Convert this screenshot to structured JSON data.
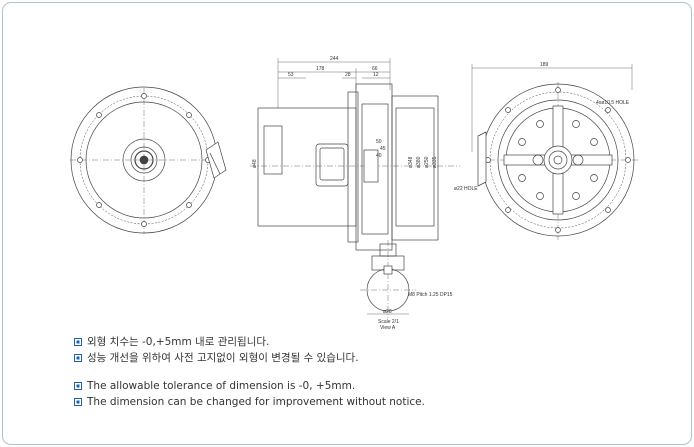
{
  "drawing": {
    "dims": {
      "d244": "244",
      "d178": "178",
      "d66": "66",
      "d53": "53",
      "d28": "28",
      "d12": "12",
      "d189": "189",
      "d40": "40",
      "d45": "45",
      "d50": "50",
      "phi_a": "ø48",
      "phi_b": "ø348",
      "phi_c": "ø380",
      "phi_d": "ø250",
      "phi_e": "ø335",
      "hole_a": "4xø10.5 HOLE",
      "hole_b": "ø22 HOLE",
      "key_a": "M8 Pitch 1.25 DP15",
      "key_b": "ø28",
      "scale": "Scale 2/1",
      "view": "View A"
    }
  },
  "notes": [
    {
      "icon": "square-bullet-icon",
      "text": "외형 치수는 -0,+5mm 내로 관리됩니다."
    },
    {
      "icon": "square-bullet-icon",
      "text": "성능 개선을 위하여 사전 고지없이 외형이 변경될 수 있습니다."
    },
    {
      "icon": "square-bullet-icon",
      "text": "The allowable tolerance of dimension is -0, +5mm."
    },
    {
      "icon": "square-bullet-icon",
      "text": "The dimension can be changed for improvement without notice."
    }
  ],
  "colors": {
    "frame_border": "#a9c3d8",
    "bullet": "#1f5fa8",
    "line": "#444444"
  }
}
